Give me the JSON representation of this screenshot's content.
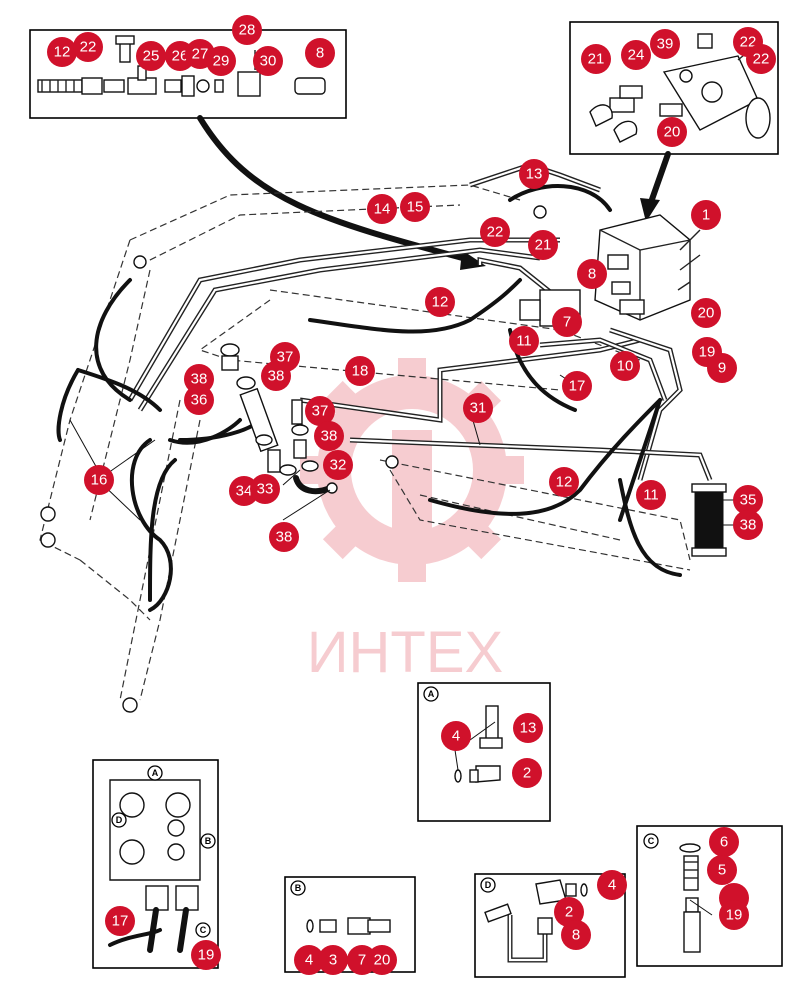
{
  "watermark": {
    "text": "ИНТЕХ",
    "color": "#e8707a"
  },
  "callouts": {
    "top_left_inset": [
      "12",
      "22",
      "25",
      "26",
      "27",
      "28",
      "29",
      "30",
      "8"
    ],
    "top_right_inset": [
      "21",
      "24",
      "39",
      "22",
      "22",
      "20"
    ],
    "main": [
      "13",
      "14",
      "15",
      "22",
      "21",
      "1",
      "8",
      "12",
      "7",
      "11",
      "20",
      "19",
      "9",
      "10",
      "17",
      "18",
      "37",
      "38",
      "38",
      "36",
      "37",
      "38",
      "31",
      "32",
      "34",
      "33",
      "38",
      "16",
      "12",
      "11",
      "35",
      "38"
    ],
    "inset_a": [
      "4",
      "13",
      "2"
    ],
    "inset_b_pump": [
      "17",
      "19"
    ],
    "inset_b": [
      "4",
      "3",
      "7",
      "20"
    ],
    "inset_d": [
      "4",
      "2",
      "8"
    ],
    "inset_c": [
      "6",
      "5",
      "19"
    ]
  },
  "inset_letters": {
    "a": "A",
    "pump_a": "A",
    "pump_d": "D",
    "pump_b": "B",
    "pump_c": "C",
    "b": "B",
    "d": "D",
    "c": "C"
  },
  "colors": {
    "callout": "#d0112b",
    "callout_text": "#ffffff",
    "line": "#111111"
  }
}
